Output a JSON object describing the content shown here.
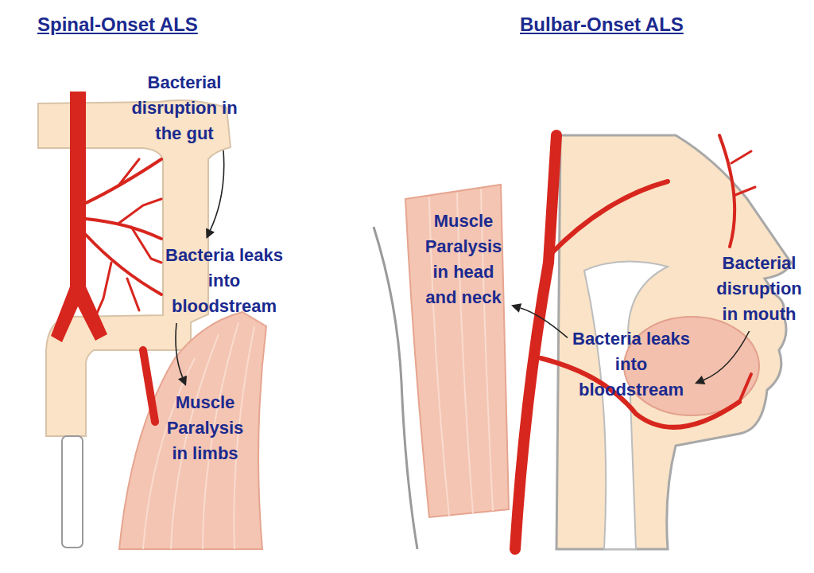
{
  "diagram": {
    "nodes": [
      {
        "text": [
          "Bacterial disruption in the gut"
        ]
      },
      {
        "text": [
          "Bacteria leaks into bloodstream"
        ]
      },
      {
        "text": [
          "Muscle Paralysis in limbs"
        ]
      },
      {
        "text": [
          "Muscle Paralysis in head and neck"
        ]
      },
      {
        "text": [
          "Bacterial disruption in mouth"
        ]
      },
      {
        "text": [
          "Bacteria leaks into bloodstream"
        ]
      }
    ],
    "edges": [
      {
        "from": 0,
        "to": 1,
        "arrow": "to"
      },
      {
        "from": 1,
        "to": 2,
        "arrow": "to"
      },
      {
        "from": 4,
        "to": 5,
        "arrow": "to"
      },
      {
        "from": 5,
        "to": 3,
        "arrow": "to"
      }
    ],
    "labels": [
      "Spinal-Onset ALS",
      "Bulbar-Onset ALS"
    ]
  }
}
